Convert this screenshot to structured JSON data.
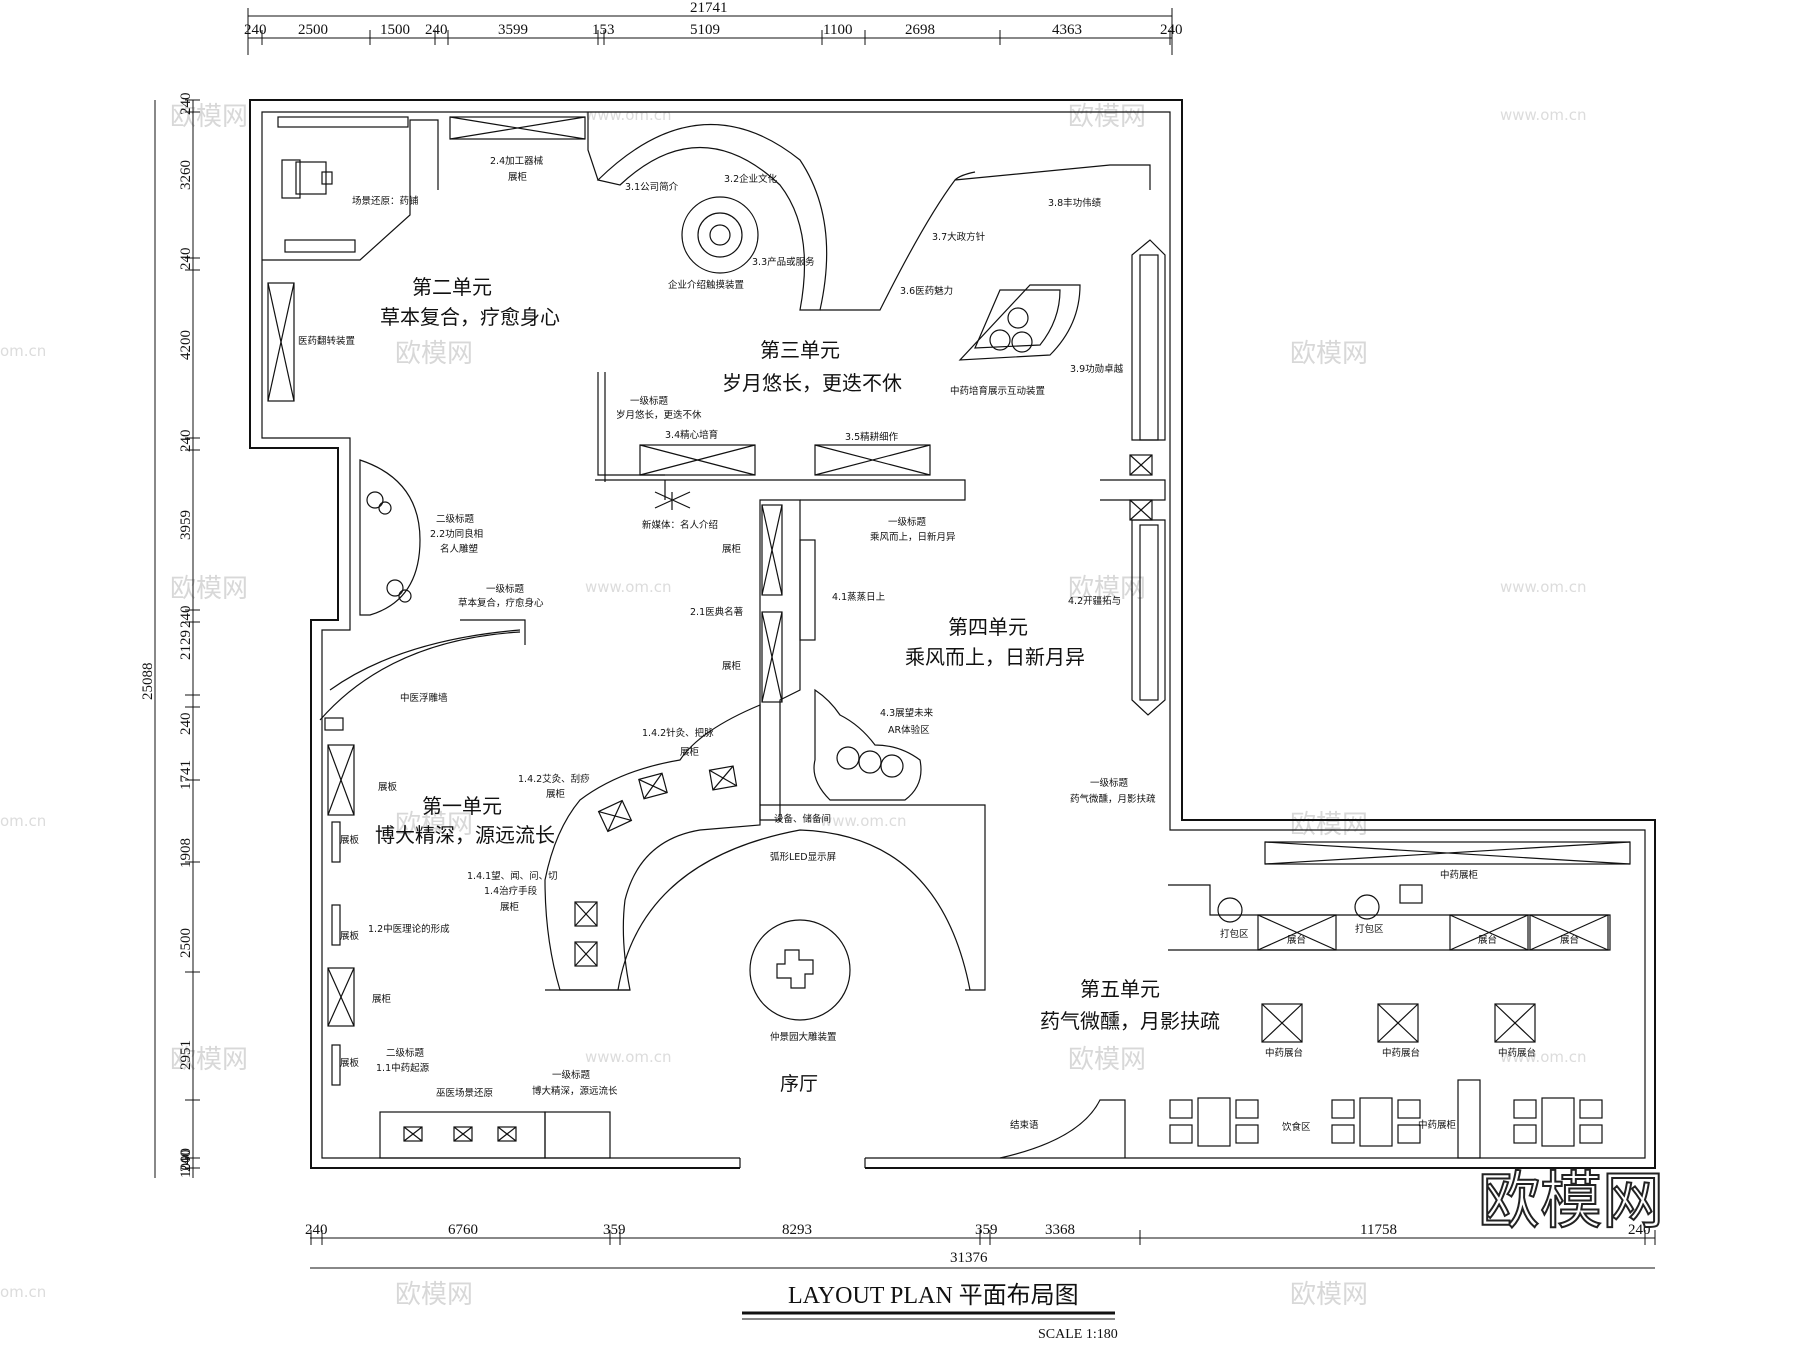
{
  "title": {
    "main": "LAYOUT  PLAN  平面布局图",
    "scale": "SCALE  1:180"
  },
  "dimensions": {
    "top_total": "21741",
    "top_segments": [
      "240",
      "2500",
      "1500",
      "240",
      "3599",
      "153",
      "5109",
      "1100",
      "2698",
      "4363",
      "240"
    ],
    "left_total": "25088",
    "left_segments": [
      "240",
      "3260",
      "240",
      "4200",
      "240",
      "3959",
      "240",
      "2129",
      "240",
      "1741",
      "1908",
      "2500",
      "2951",
      "240",
      "1000"
    ],
    "bottom_total": "31376",
    "bottom_segments": [
      "240",
      "6760",
      "359",
      "8293",
      "359",
      "3368",
      "11758",
      "240"
    ]
  },
  "units": [
    {
      "title": "第一单元",
      "subtitle": "博大精深，源远流长"
    },
    {
      "title": "第二单元",
      "subtitle": "草本复合，疗愈身心"
    },
    {
      "title": "第三单元",
      "subtitle": "岁月悠长，更迭不休"
    },
    {
      "title": "第四单元",
      "subtitle": "乘风而上，日新月异"
    },
    {
      "title": "第五单元",
      "subtitle": "药气微醺，月影扶疏"
    }
  ],
  "labels": {
    "l24": "2.4加工器械",
    "l24b": "展柜",
    "scene": "场景还原：药铺",
    "turn": "医药翻转装置",
    "l31": "3.1公司简介",
    "l32": "3.2企业文化",
    "l33": "3.3产品或服务",
    "l37": "3.7大政方针",
    "l38": "3.8丰功伟绩",
    "l36": "3.6医药魅力",
    "touch": "企业介绍触摸装置",
    "l39": "3.9功勋卓越",
    "cultivate": "中药培育展示互动装置",
    "h1a": "一级标题",
    "h1b": "岁月悠长，更迭不休",
    "l34": "3.4精心培育",
    "l35": "3.5精耕细作",
    "newmedia": "新媒体：名人介绍",
    "h2a": "二级标题",
    "h2b": "2.2功同良相",
    "h2c": "名人雕塑",
    "h1c": "一级标题",
    "h1d": "草本复合，疗愈身心",
    "cab": "展柜",
    "l21": "2.1医典名著",
    "h1e": "一级标题",
    "h1f": "乘风而上，日新月异",
    "l41": "4.1蒸蒸日上",
    "l42": "4.2开疆拓与",
    "relief": "中医浮雕墙",
    "l43": "4.3展望未来",
    "ar": "AR体验区",
    "l142": "1.4.2针灸、把脉",
    "l142b": "1.4.2艾灸、刮痧",
    "board": "展板",
    "equip": "设备、储备间",
    "led": "弧形LED显示屏",
    "h1g": "一级标题",
    "h1h": "药气微醺，月影扶疏",
    "cab2": "中药展柜",
    "l141": "1.4.1望、闻、问、切",
    "l141b": "1.4治疗手段",
    "l12": "1.2中医理论的形成",
    "sculpt": "仲景园大雕装置",
    "h2d": "二级标题",
    "l11": "1.1中药起源",
    "h1i": "一级标题",
    "h1j": "博大精深，源远流长",
    "lobby": "序厅",
    "witch": "巫医场景还原",
    "ending": "结束语",
    "pack": "打包区",
    "pack2": "打包区",
    "counter": "展台",
    "counter2": "展台",
    "counter3": "展台",
    "cmcounter": "中药展台",
    "drink": "饮食区",
    "cmcab": "中药展柜"
  },
  "watermarks": {
    "brand": "欧模网",
    "url": "www.om.cn",
    "url_short": "om.cn",
    "corner_logo": "欧模网"
  }
}
